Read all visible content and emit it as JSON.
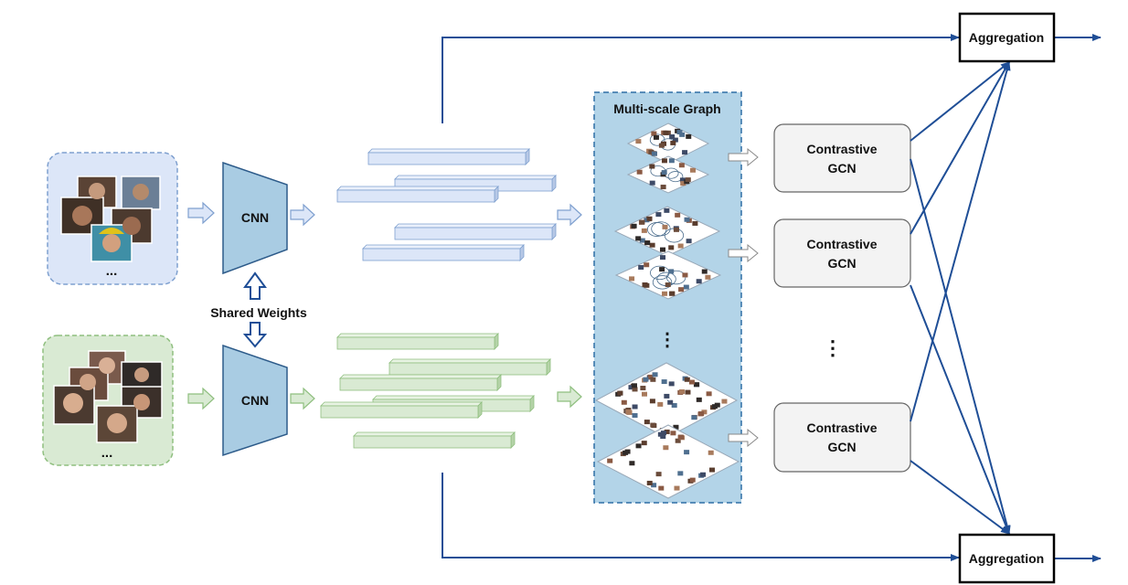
{
  "labels": {
    "cnn_top": "CNN",
    "cnn_bottom": "CNN",
    "shared_weights": "Shared Weights",
    "multi_scale_graph": "Multi-scale Graph",
    "ellipsis_images_top": "...",
    "ellipsis_images_bottom": "...",
    "graph_ellipsis": "⋮",
    "gcn_ellipsis": "⋮",
    "aggregation_top": "Aggregation",
    "aggregation_bottom": "Aggregation",
    "gcn_boxes": [
      {
        "line1": "Contrastive",
        "line2": "GCN"
      },
      {
        "line1": "Contrastive",
        "line2": "GCN"
      },
      {
        "line1": "Contrastive",
        "line2": "GCN"
      }
    ]
  },
  "colors": {
    "flow_arrow": "#1f4e96",
    "blue_branch_fill": "#dce6f8",
    "blue_branch_border": "#7fa0cf",
    "green_branch_fill": "#d9ead3",
    "green_branch_border": "#8fbf7f",
    "cnn_fill": "#a9cce3",
    "graph_panel_fill": "#b3d4e8",
    "graph_panel_border": "#2e6ea6",
    "gcn_fill": "#f3f3f3",
    "gcn_border": "#666666"
  },
  "icons": {
    "faces": "face-image-icon",
    "graph_nodes": "graph-node-icon"
  }
}
